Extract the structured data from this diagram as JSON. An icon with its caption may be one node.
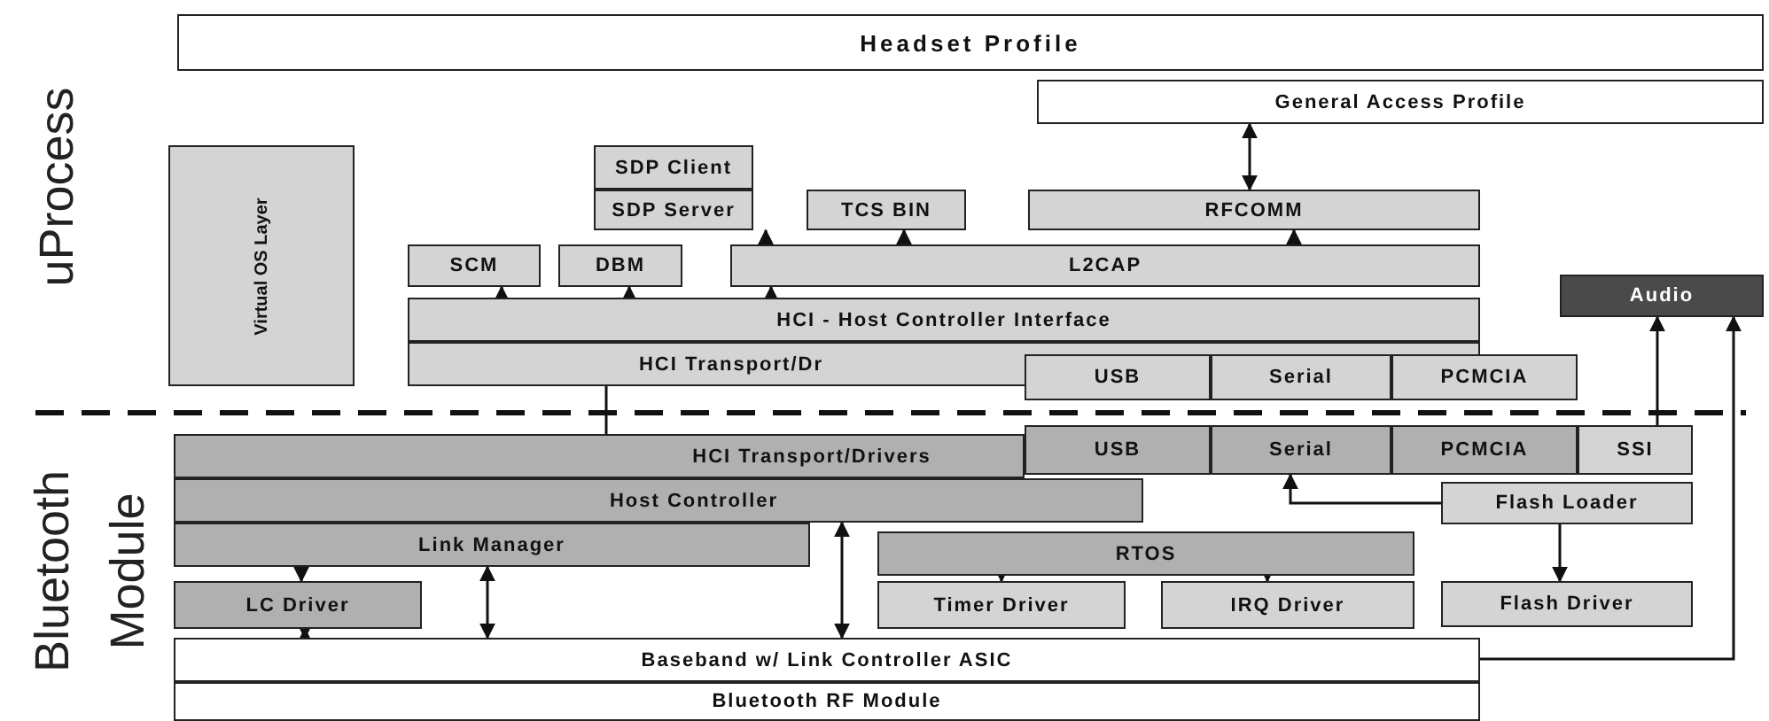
{
  "diagram": {
    "nodes": [
      {
        "text": [
          "Headset Profile"
        ]
      },
      {
        "text": [
          "General Access Profile"
        ]
      },
      {
        "text": [
          "Virtual OS Layer"
        ]
      },
      {
        "text": [
          "SDP Client"
        ]
      },
      {
        "text": [
          "SDP Server"
        ]
      },
      {
        "text": [
          "TCS BIN"
        ]
      },
      {
        "text": [
          "RFCOMM"
        ]
      },
      {
        "text": [
          "SCM"
        ]
      },
      {
        "text": [
          "DBM"
        ]
      },
      {
        "text": [
          "L2CAP"
        ]
      },
      {
        "text": [
          "HCI - Host Controller Interface"
        ]
      },
      {
        "text": [
          "HCI Transport/Dr"
        ]
      },
      {
        "text": [
          "Audio"
        ]
      },
      {
        "text": [
          "USB"
        ]
      },
      {
        "text": [
          "Serial"
        ]
      },
      {
        "text": [
          "PCMCIA"
        ]
      },
      {
        "text": [
          "HCI Transport/Drivers"
        ]
      },
      {
        "text": [
          "USB"
        ]
      },
      {
        "text": [
          "Serial"
        ]
      },
      {
        "text": [
          "PCMCIA"
        ]
      },
      {
        "text": [
          "SSI"
        ]
      },
      {
        "text": [
          "Host Controller"
        ]
      },
      {
        "text": [
          "Flash Loader"
        ]
      },
      {
        "text": [
          "Link Manager"
        ]
      },
      {
        "text": [
          "RTOS"
        ]
      },
      {
        "text": [
          "LC Driver"
        ]
      },
      {
        "text": [
          "Timer Driver"
        ]
      },
      {
        "text": [
          "IRQ Driver"
        ]
      },
      {
        "text": [
          "Flash Driver"
        ]
      },
      {
        "text": [
          "Baseband w/ Link Controller ASIC"
        ]
      },
      {
        "text": [
          "Bluetooth RF Module"
        ]
      }
    ],
    "edges": [
      {
        "from": 1,
        "to": 6,
        "arrow": "both"
      },
      {
        "from": 9,
        "to": 4,
        "arrow": "to"
      },
      {
        "from": 9,
        "to": 5,
        "arrow": "to"
      },
      {
        "from": 9,
        "to": 6,
        "arrow": "to"
      },
      {
        "from": 10,
        "to": 7,
        "arrow": "to"
      },
      {
        "from": 10,
        "to": 8,
        "arrow": "to"
      },
      {
        "from": 10,
        "to": 9,
        "arrow": "to"
      },
      {
        "from": 11,
        "to": 16,
        "arrow": "none"
      },
      {
        "from": 23,
        "to": 25,
        "arrow": "to"
      },
      {
        "from": 25,
        "to": 29,
        "arrow": "both"
      },
      {
        "from": 23,
        "to": 29,
        "arrow": "both"
      },
      {
        "from": 21,
        "to": 29,
        "arrow": "both"
      },
      {
        "from": 24,
        "to": 26,
        "arrow": "to"
      },
      {
        "from": 24,
        "to": 27,
        "arrow": "to"
      },
      {
        "from": 22,
        "to": 28,
        "arrow": "to"
      },
      {
        "from": 22,
        "to": 18,
        "arrow": "to"
      },
      {
        "from": 20,
        "to": 12,
        "arrow": "to"
      },
      {
        "from": 29,
        "to": 12,
        "arrow": "to"
      }
    ],
    "labels": [
      "uProcess",
      "Bluetooth",
      "Module"
    ]
  }
}
